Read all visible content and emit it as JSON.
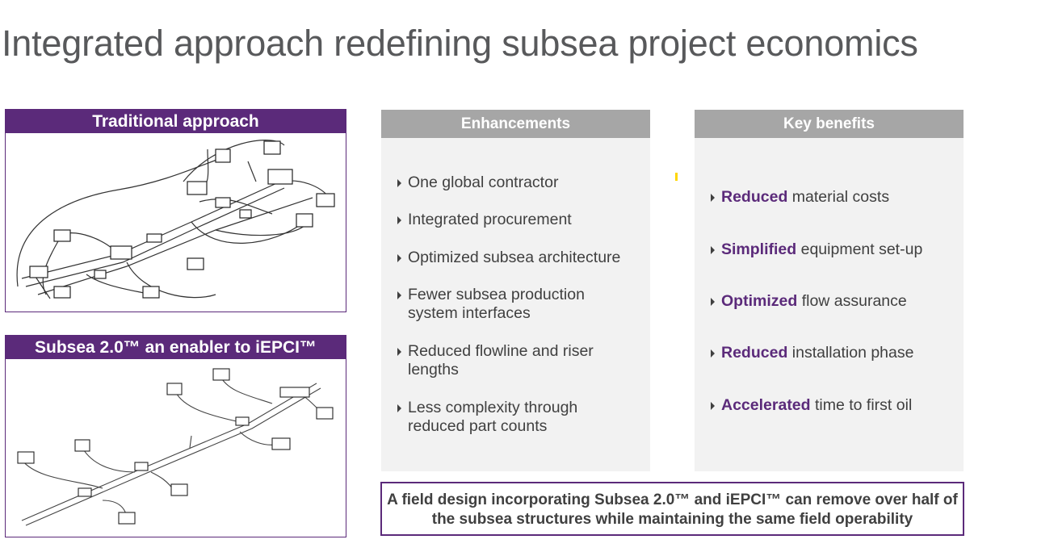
{
  "page": {
    "title": "Integrated approach redefining subsea project economics"
  },
  "panels": {
    "traditional": {
      "title": "Traditional approach"
    },
    "subsea": {
      "title": "Subsea 2.0™ an enabler to iEPCI™"
    }
  },
  "enhancements": {
    "header": "Enhancements",
    "items": [
      "One global contractor",
      "Integrated procurement",
      "Optimized subsea architecture",
      "Fewer subsea production system interfaces",
      "Reduced flowline and riser lengths",
      "Less complexity through reduced part counts"
    ]
  },
  "benefits": {
    "header": "Key benefits",
    "items": [
      {
        "strong": "Reduced",
        "rest": "material costs"
      },
      {
        "strong": "Simplified",
        "rest": "equipment set-up"
      },
      {
        "strong": "Optimized",
        "rest": "flow assurance"
      },
      {
        "strong": "Reduced",
        "rest": "installation phase"
      },
      {
        "strong": "Accelerated",
        "rest": "time to first oil"
      }
    ]
  },
  "note": {
    "text": "A field design incorporating Subsea 2.0™ and iEPCI™ can remove over half of the subsea structures while maintaining the same field operability"
  },
  "colors": {
    "purple": "#5b2a7a",
    "gray_header": "#a6a6a6",
    "panel_bg": "#f2f2f2",
    "text": "#404040",
    "marker": "#ffd600"
  }
}
